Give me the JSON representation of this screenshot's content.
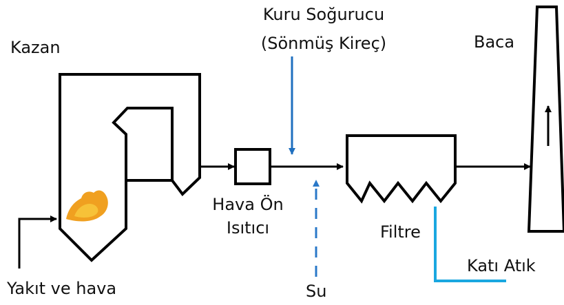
{
  "labels": {
    "boiler": "Kazan",
    "absorber_line1": "Kuru Soğurucu",
    "absorber_line2": "(Sönmüş Kireç)",
    "stack": "Baca",
    "preheater_line1": "Hava Ön",
    "preheater_line2": "Isıtıcı",
    "filter": "Filtre",
    "solid_waste": "Katı Atık",
    "fuel_air": "Yakıt ve hava",
    "water": "Su"
  },
  "colors": {
    "line": "#000000",
    "text": "#111111",
    "absorber_arrow": "#1f6fbf",
    "water_arrow": "#2a78c8",
    "solid_waste_line": "#1aa7e0",
    "flame_outer": "#f0a020",
    "flame_inner": "#f7c238"
  },
  "icons": {
    "flame": "flame-icon",
    "updraft": "up-arrow-icon"
  }
}
